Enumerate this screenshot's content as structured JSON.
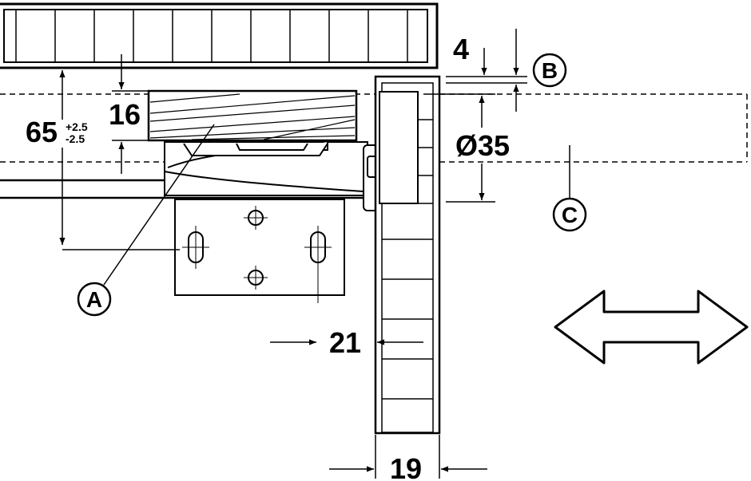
{
  "dimensions": {
    "d65": "65",
    "d65_tol_plus": "+2.5",
    "d65_tol_minus": "-2.5",
    "d16": "16",
    "d4": "4",
    "d35": "Ø35",
    "d21": "21",
    "d19": "19"
  },
  "callouts": {
    "a": "A",
    "b": "B",
    "c": "C"
  },
  "colors": {
    "stroke": "#000000",
    "background": "#ffffff"
  }
}
